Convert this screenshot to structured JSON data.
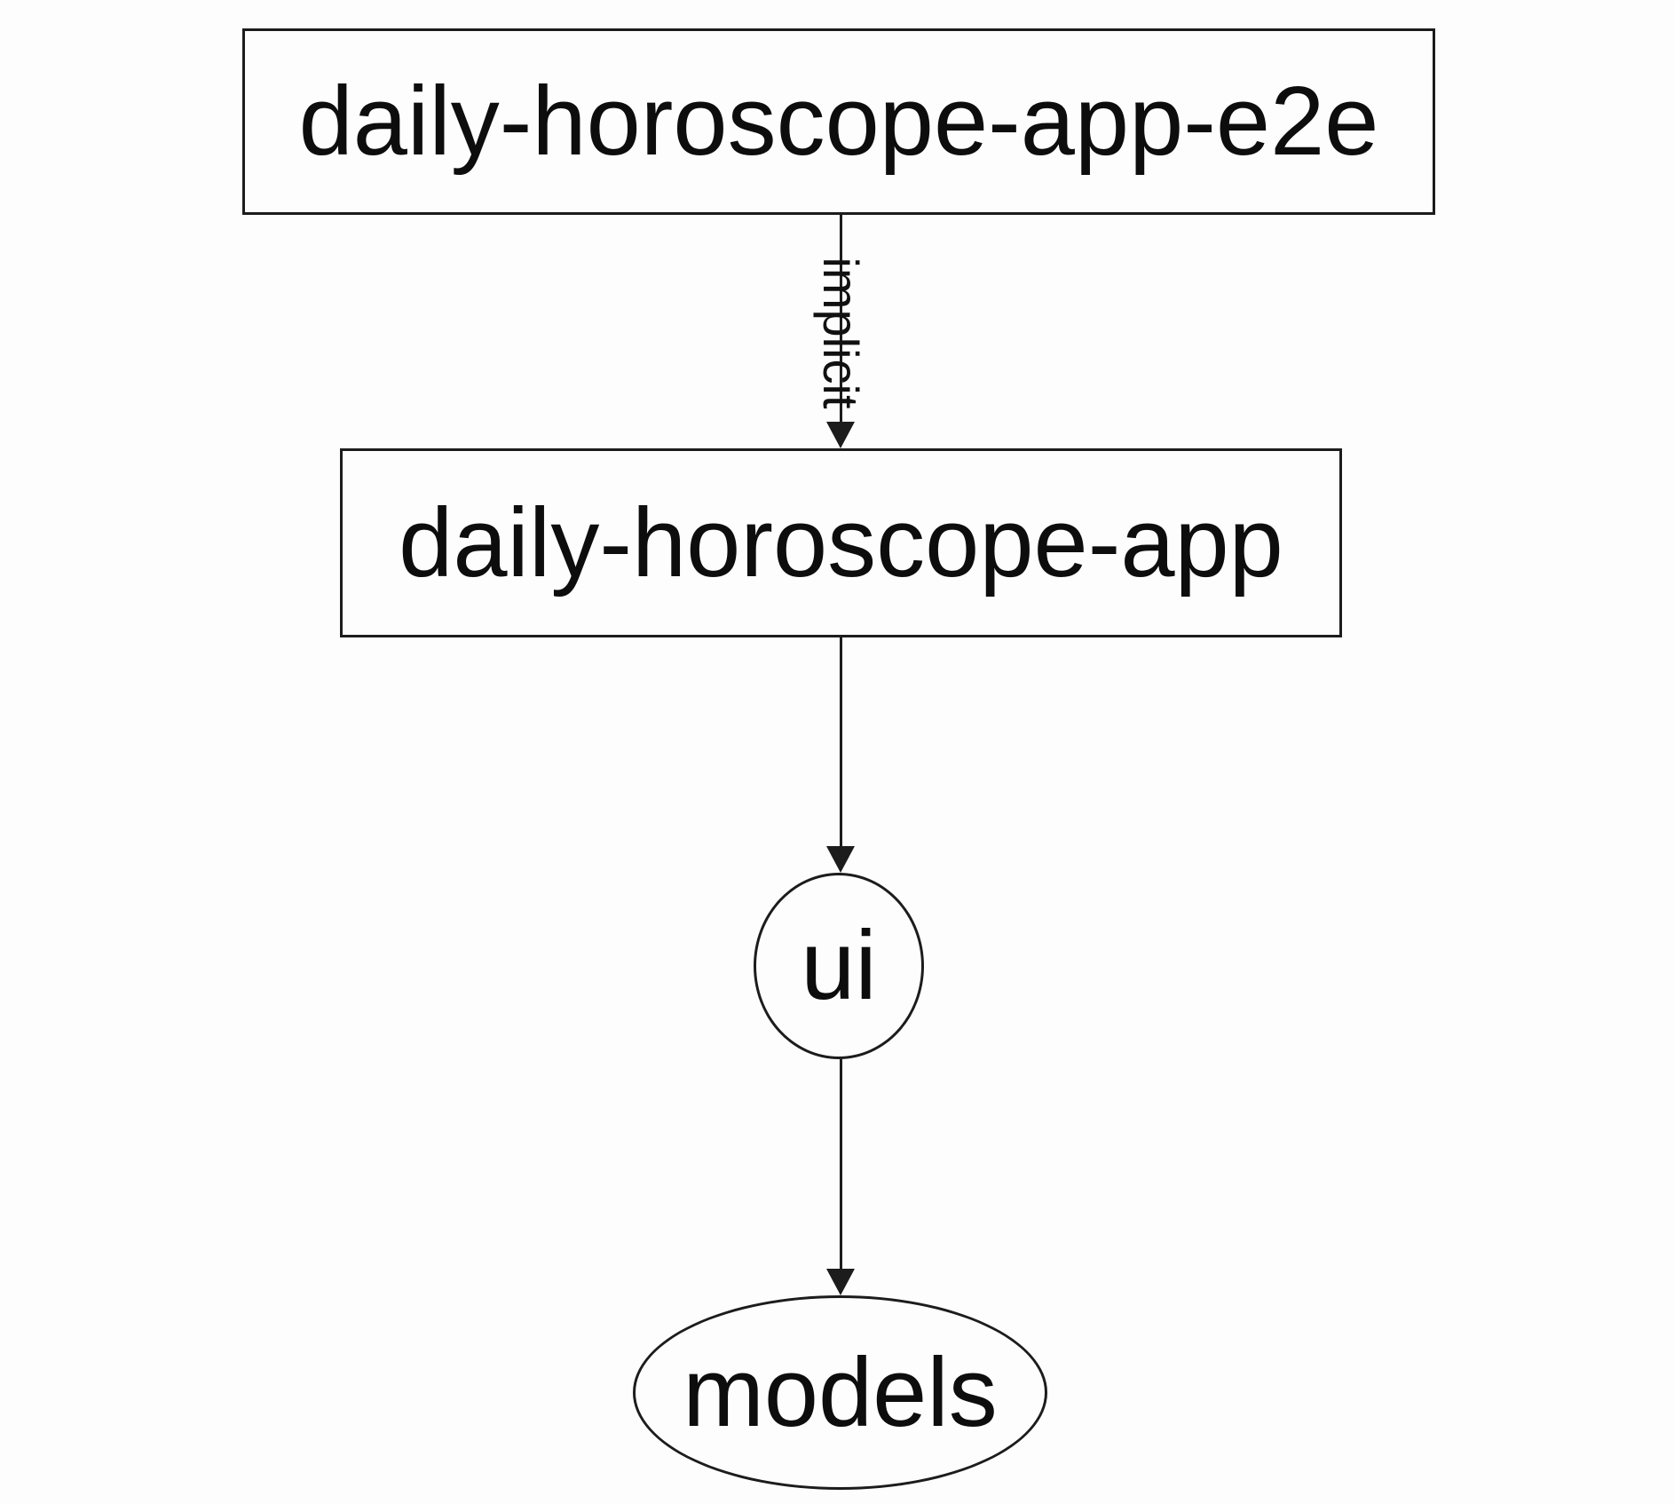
{
  "diagram": {
    "type": "dependency-graph",
    "background_color": "#fdfdfd",
    "stroke_color": "#1c1c1c",
    "text_color": "#0d0d0d",
    "nodes": [
      {
        "id": "daily-horoscope-app-e2e",
        "label": "daily-horoscope-app-e2e",
        "shape": "rectangle"
      },
      {
        "id": "daily-horoscope-app",
        "label": "daily-horoscope-app",
        "shape": "rectangle"
      },
      {
        "id": "ui",
        "label": "ui",
        "shape": "ellipse"
      },
      {
        "id": "models",
        "label": "models",
        "shape": "ellipse"
      }
    ],
    "edges": [
      {
        "from": "daily-horoscope-app-e2e",
        "to": "daily-horoscope-app",
        "label": "implicit",
        "direction": "down"
      },
      {
        "from": "daily-horoscope-app",
        "to": "ui",
        "label": "",
        "direction": "down"
      },
      {
        "from": "ui",
        "to": "models",
        "label": "",
        "direction": "down"
      }
    ]
  }
}
